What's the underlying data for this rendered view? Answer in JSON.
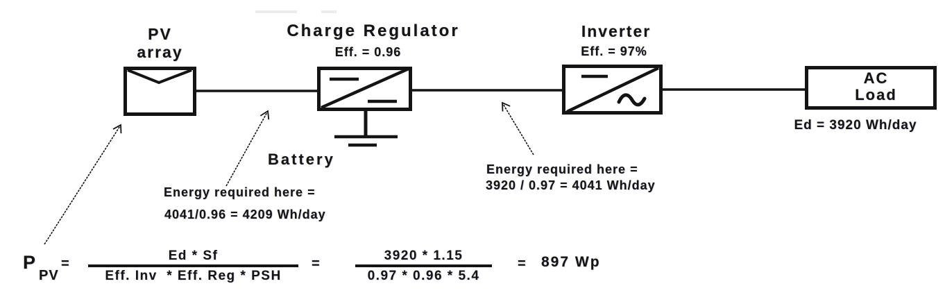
{
  "diagram": {
    "pv_array": {
      "label_line1": "PV",
      "label_line2": "array"
    },
    "charge_regulator": {
      "title": "Charge Regulator",
      "efficiency": "Eff. = 0.96"
    },
    "battery": {
      "label": "Battery"
    },
    "inverter": {
      "title": "Inverter",
      "efficiency": "Eff. = 97%"
    },
    "ac_load": {
      "label_line1": "AC",
      "label_line2": "Load",
      "daily_demand": "Ed = 3920 Wh/day"
    },
    "annotations": {
      "regulator_input": {
        "line1": "Energy required here =",
        "line2": "4041/0.96 = 4209 Wh/day"
      },
      "inverter_input": {
        "line1": "Energy required here =",
        "line2": "3920 / 0.97 = 4041 Wh/day"
      }
    },
    "formula": {
      "p_base": "P",
      "p_sub": "PV",
      "equals": "=",
      "symbolic": {
        "numerator": "Ed * Sf",
        "denominator": "Eff. Inv  * Eff. Reg * PSH"
      },
      "numeric": {
        "numerator": "3920 * 1.15",
        "denominator": "0.97 * 0.96 * 5.4"
      },
      "result": "897 Wp"
    }
  },
  "colors": {
    "ink": "#141414",
    "background": "#ffffff"
  }
}
